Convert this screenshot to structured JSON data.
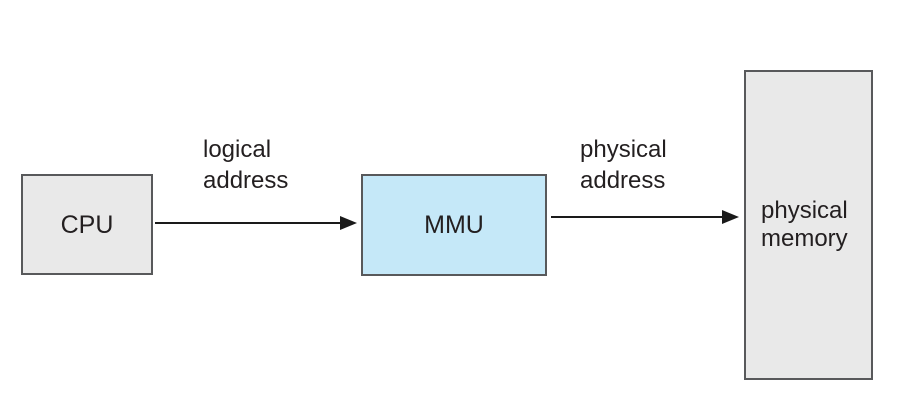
{
  "nodes": {
    "cpu": {
      "label": "CPU"
    },
    "mmu": {
      "label": "MMU"
    },
    "memory": {
      "label": "physical\nmemory"
    }
  },
  "edges": {
    "cpu_to_mmu": {
      "label": "logical\naddress"
    },
    "mmu_to_memory": {
      "label": "physical\naddress"
    }
  },
  "colors": {
    "background": "#ffffff",
    "node_fill_gray": "#e9e9e9",
    "node_fill_blue": "#c5e8f8",
    "border": "#58595b",
    "arrow": "#1a1a1a",
    "text": "#231f20"
  }
}
